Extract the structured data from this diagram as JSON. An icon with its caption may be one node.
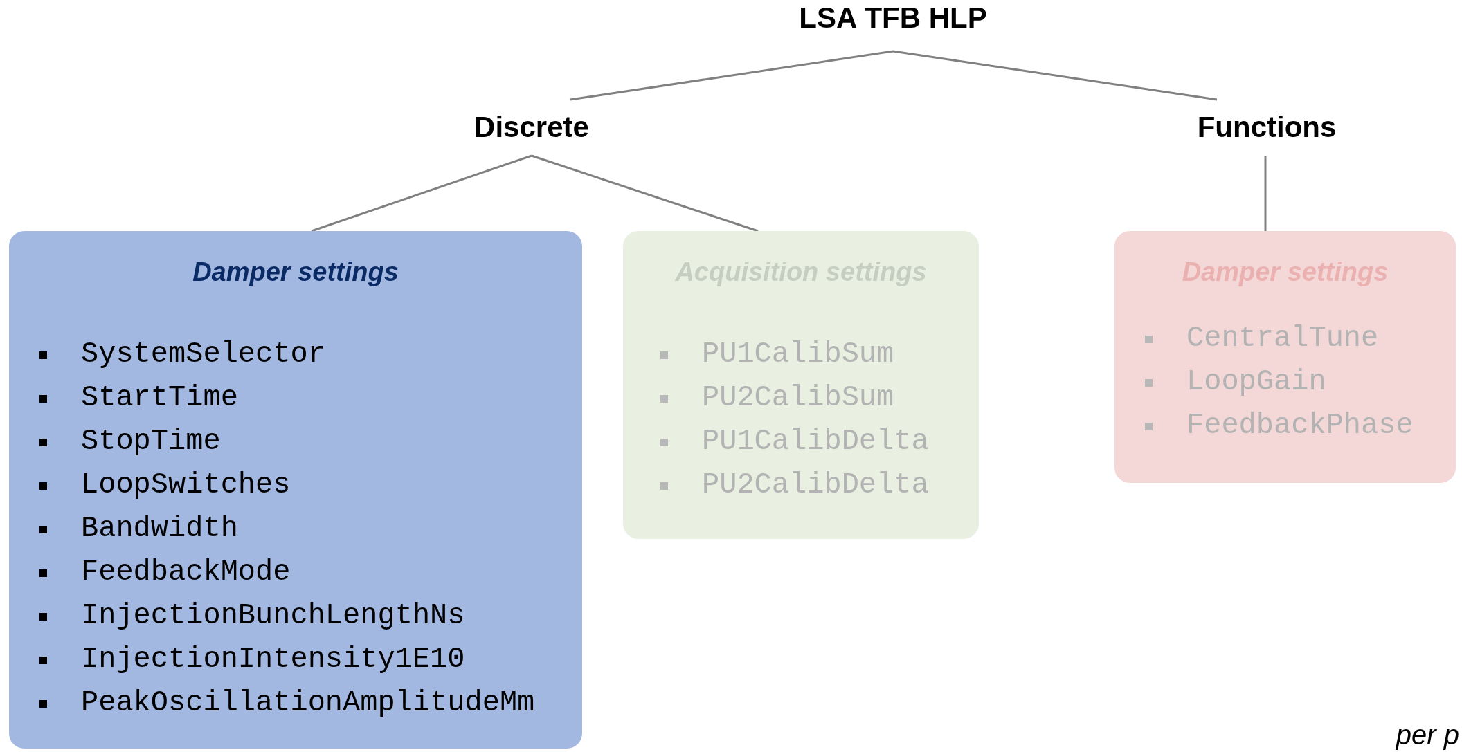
{
  "diagram": {
    "nodes": [
      {
        "text": [
          "LSA TFB HLP"
        ]
      },
      {
        "text": [
          "Discrete"
        ]
      },
      {
        "text": [
          "Functions"
        ]
      },
      {
        "text": [
          "Damper settings",
          "SystemSelector",
          "StartTime",
          "StopTime",
          "LoopSwitches",
          "Bandwidth",
          "FeedbackMode",
          "InjectionBunchLengthNs",
          "InjectionIntensity1E10",
          "PeakOscillationAmplitudeMm"
        ]
      },
      {
        "text": [
          "Acquisition settings",
          "PU1CalibSum",
          "PU2CalibSum",
          "PU1CalibDelta",
          "PU2CalibDelta"
        ]
      },
      {
        "text": [
          "Damper settings",
          "CentralTune",
          "LoopGain",
          "FeedbackPhase"
        ]
      }
    ],
    "edges": [
      {
        "from": 0,
        "to": 1,
        "arrow": "none"
      },
      {
        "from": 0,
        "to": 2,
        "arrow": "none"
      },
      {
        "from": 1,
        "to": 3,
        "arrow": "none"
      },
      {
        "from": 1,
        "to": 4,
        "arrow": "none"
      },
      {
        "from": 2,
        "to": 5,
        "arrow": "none"
      }
    ],
    "labels": [
      "per p"
    ]
  }
}
